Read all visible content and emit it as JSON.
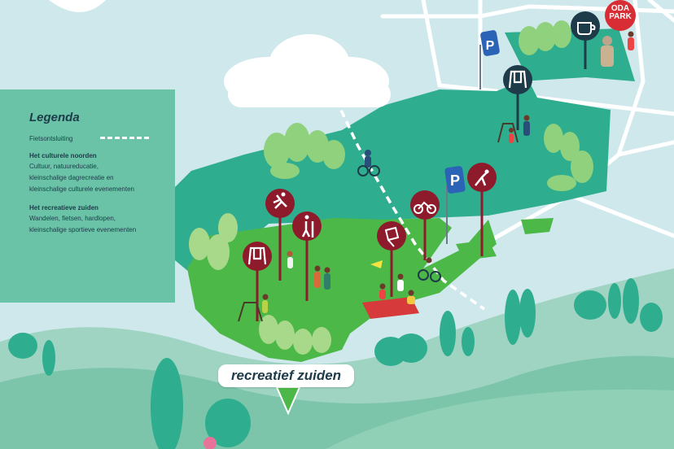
{
  "legend": {
    "title": "Legenda",
    "bike_route_label": "Fietsontsluiting",
    "north_heading": "Het culturele noorden",
    "north_lines": [
      "Cultuur, natuureducatie,",
      "kleinschalige dagrecreatie en",
      "kleinschalige culturele evenementen"
    ],
    "south_heading": "Het recreatieve zuiden",
    "south_lines": [
      "Wandelen, fietsen, hardlopen,",
      "kleinschalige sportieve evenementen"
    ]
  },
  "zone_label": "recreatief zuiden",
  "brand": {
    "line1": "ODA",
    "line2": "PARK"
  },
  "colors": {
    "background": "#cfe8ec",
    "north_zone": "#2fae8f",
    "south_zone": "#4cb848",
    "legend_bg": "#6ac3a7",
    "poi_marker": "#8e1b2b",
    "parking_marker": "#2b63b6",
    "info_marker": "#1d3b49",
    "brand_red": "#d82d35"
  },
  "markers": [
    {
      "name": "running-icon",
      "kind": "poi"
    },
    {
      "name": "hiking-icon",
      "kind": "poi"
    },
    {
      "name": "swing-icon",
      "kind": "poi"
    },
    {
      "name": "kite-icon",
      "kind": "poi"
    },
    {
      "name": "cycling-icon",
      "kind": "poi"
    },
    {
      "name": "fitness-icon",
      "kind": "poi"
    },
    {
      "name": "parking-icon",
      "kind": "parking"
    },
    {
      "name": "swing-north-icon",
      "kind": "info"
    },
    {
      "name": "coffee-icon",
      "kind": "info"
    },
    {
      "name": "parking-north-icon",
      "kind": "parking"
    }
  ]
}
